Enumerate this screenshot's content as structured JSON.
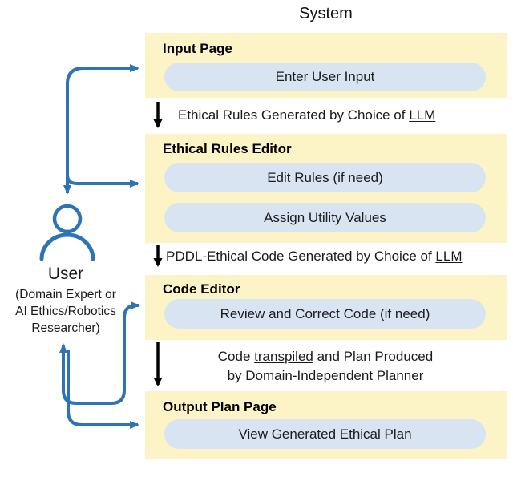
{
  "title": "System",
  "colors": {
    "panel_bg": "#FCF4C7",
    "pill_bg": "#D9E4F3",
    "arrow_blue": "#2E74B5",
    "arrow_black": "#000000"
  },
  "user": {
    "icon": "person-icon",
    "label": "User",
    "description_lines": [
      "(Domain Expert or",
      "AI Ethics/Robotics",
      "Researcher)"
    ]
  },
  "panels": [
    {
      "title": "Input Page",
      "pills": [
        "Enter User Input"
      ]
    },
    {
      "title": "Ethical Rules Editor",
      "pills": [
        "Edit Rules (if need)",
        "Assign Utility Values"
      ]
    },
    {
      "title": "Code Editor",
      "pills": [
        "Review and Correct Code (if need)"
      ]
    },
    {
      "title": "Output Plan Page",
      "pills": [
        "View Generated Ethical Plan"
      ]
    }
  ],
  "transitions": [
    {
      "pre": "Ethical Rules Generated by Choice of ",
      "underlined": "LLM",
      "post": ""
    },
    {
      "pre": "PDDL-Ethical Code Generated by Choice of ",
      "underlined": "LLM",
      "post": ""
    },
    {
      "lines": [
        {
          "pre": "Code ",
          "underlined": "transpiled",
          "post": " and Plan Produced"
        },
        {
          "pre": "by Domain-Independent ",
          "underlined": "Planner",
          "post": ""
        }
      ]
    }
  ]
}
